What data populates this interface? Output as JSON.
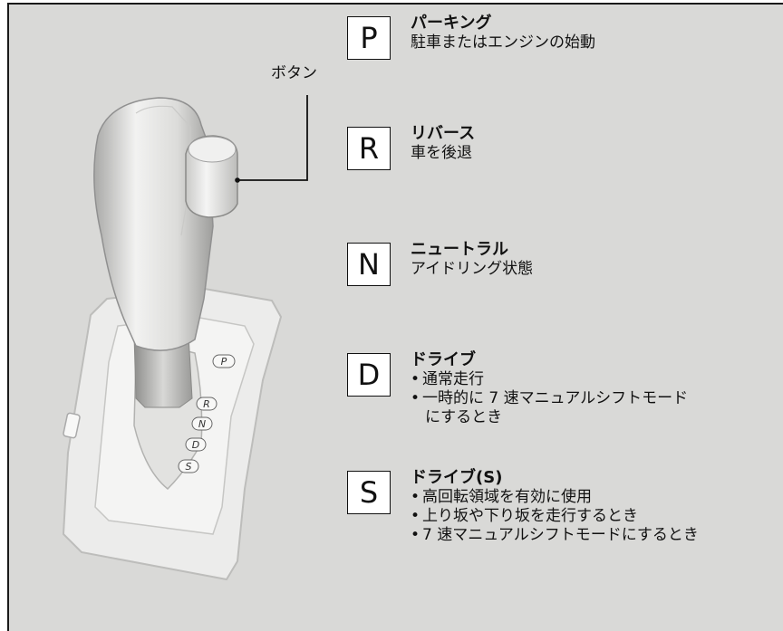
{
  "button_label": "ボタン",
  "positions": [
    {
      "letter": "P",
      "title": "パーキング",
      "lines": [
        "駐車またはエンジンの始動"
      ]
    },
    {
      "letter": "R",
      "title": "リバース",
      "lines": [
        "車を後退"
      ]
    },
    {
      "letter": "N",
      "title": "ニュートラル",
      "lines": [
        "アイドリング状態"
      ]
    },
    {
      "letter": "D",
      "title": "ドライブ",
      "bullets": [
        "通常走行",
        "一時的に 7 速マニュアルシフトモード"
      ],
      "continuation": "にするとき"
    },
    {
      "letter": "S",
      "title": "ドライブ(S)",
      "bullets": [
        "高回転領域を有効に使用",
        "上り坂や下り坂を走行するとき",
        "7 速マニュアルシフトモードにするとき"
      ]
    }
  ],
  "gate_labels": [
    "P",
    "R",
    "N",
    "D",
    "S"
  ],
  "colors": {
    "background": "#d9d9d7",
    "box": "#ffffff",
    "text": "#111111"
  }
}
